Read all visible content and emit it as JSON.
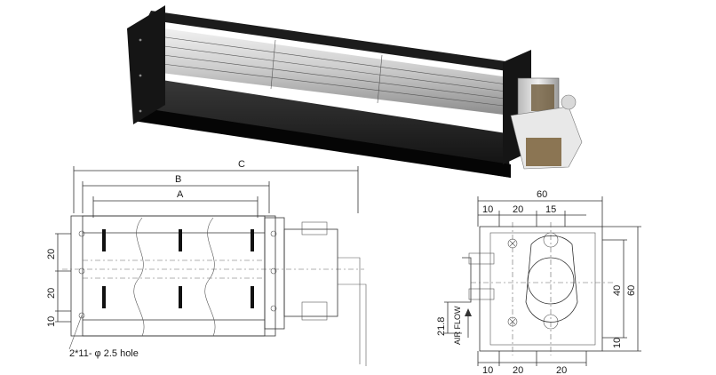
{
  "front_view": {
    "label_c": "C",
    "label_b": "B",
    "label_a": "A",
    "left_20_top": "20",
    "left_20_bottom": "20",
    "left_10": "10",
    "hole_note": "2*11- φ 2.5 hole"
  },
  "side_view": {
    "top_60": "60",
    "top_10": "10",
    "top_20": "20",
    "top_15": "15",
    "right_40": "40",
    "right_60": "60",
    "right_10": "10",
    "left_218": "21.8",
    "air_flow": "AIR FLOW",
    "bottom_10": "10",
    "bottom_20a": "20",
    "bottom_20b": "20"
  }
}
